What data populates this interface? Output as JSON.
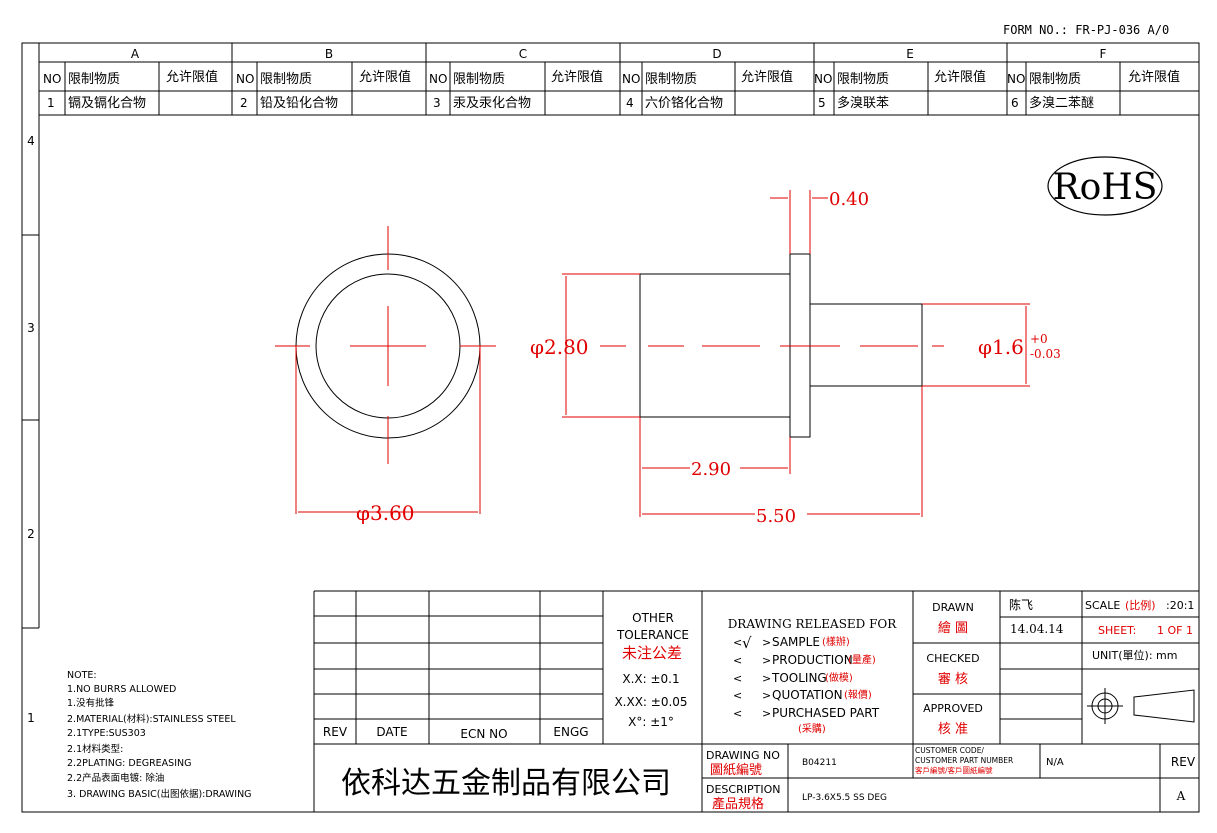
{
  "form_no": "FORM NO.: FR-PJ-036 A/0",
  "zones": {
    "columns": [
      "A",
      "B",
      "C",
      "D",
      "E",
      "F"
    ],
    "rows": [
      "4",
      "3",
      "2",
      "1"
    ]
  },
  "substances": {
    "header_no": "NO",
    "header_substance": "限制物质",
    "header_limit": "允许限值",
    "items": [
      {
        "no": "1",
        "name": "镉及镉化合物",
        "limit": ""
      },
      {
        "no": "2",
        "name": "铅及铅化合物",
        "limit": ""
      },
      {
        "no": "3",
        "name": "汞及汞化合物",
        "limit": ""
      },
      {
        "no": "4",
        "name": "六价铬化合物",
        "limit": ""
      },
      {
        "no": "5",
        "name": "多溴联苯",
        "limit": ""
      },
      {
        "no": "6",
        "name": "多溴二苯醚",
        "limit": ""
      }
    ]
  },
  "rohs": "RoHS",
  "dimensions": {
    "outer_dia": "φ3.60",
    "body_dia": "φ2.80",
    "pin_dia": "φ1.6",
    "pin_tol_upper": "+0",
    "pin_tol_lower": "-0.03",
    "flange": "0.40",
    "body_len": "2.90",
    "total_len": "5.50"
  },
  "notes": [
    "NOTE:",
    "1.NO BURRS ALLOWED",
    "1.没有批锋",
    "2.MATERIAL(材料):STAINLESS STEEL",
    "2.1TYPE:SUS303",
    "2.1材料类型:",
    "2.2PLATING: DEGREASING",
    "2.2产品表面电镀: 除油",
    "3. DRAWING BASIC(出图依据):DRAWING"
  ],
  "revision": {
    "rev": "REV",
    "date": "DATE",
    "ecn": "ECN NO",
    "engg": "ENGG"
  },
  "tolerance": {
    "title1": "OTHER",
    "title2": "TOLERANCE",
    "title_cn": "未注公差",
    "xx": "X.X: ±0.1",
    "xxx": "X.XX: ±0.05",
    "angle": "X°: ±1°"
  },
  "release": {
    "title": "DRAWING RELEASED FOR",
    "checkmark": "√",
    "items": [
      {
        "en": "SAMPLE",
        "cn": "(樣辦)",
        "checked": true
      },
      {
        "en": "PRODUCTION",
        "cn": "(量產)",
        "checked": false
      },
      {
        "en": "TOOLING",
        "cn": "(做模)",
        "checked": false
      },
      {
        "en": "QUOTATION",
        "cn": "(報價)",
        "checked": false
      },
      {
        "en": "PURCHASED PART",
        "cn": "(采購)",
        "checked": false
      }
    ]
  },
  "signoff": {
    "drawn_en": "DRAWN",
    "drawn_cn": "繪 圖",
    "checked_en": "CHECKED",
    "checked_cn": "審 核",
    "approved_en": "APPROVED",
    "approved_cn": "核 准",
    "drawn_by": "陈飞",
    "date": "14.04.14"
  },
  "scale": {
    "label": "SCALE",
    "label_cn": "(比例)",
    "value": ":20:1"
  },
  "sheet": {
    "label": "SHEET:",
    "value": "1 OF 1"
  },
  "unit": "UNIT(單位): mm",
  "company": "依科达五金制品有限公司",
  "drawing_no": {
    "label_en": "DRAWING NO",
    "label_cn": "圖紙編號",
    "value": "B04211"
  },
  "description": {
    "label_en": "DESCRIPTION",
    "label_cn": "產品規格",
    "value": "LP-3.6X5.5 SS DEG"
  },
  "customer": {
    "line1": "CUSTOMER CODE/",
    "line2": "CUSTOMER PART NUMBER",
    "line3": "客戶編號/客戶圖紙編號",
    "value": "N/A"
  },
  "rev_box": {
    "label": "REV",
    "value": "A"
  },
  "colors": {
    "dimension": "#e00000",
    "linework": "#000000"
  }
}
